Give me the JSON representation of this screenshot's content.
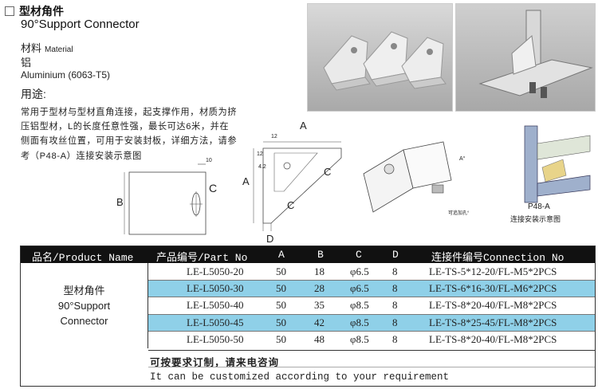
{
  "header": {
    "title": "型材角件",
    "subtitle": "90°Support Connector"
  },
  "material": {
    "label_cn": "材料",
    "label_en": "Material",
    "value_cn": "铝",
    "value_en": "Aluminium (6063-T5)"
  },
  "usage": {
    "label": "用途:",
    "description": "常用于型材与型材直角连接，起支撑作用，材质为挤压铝型材，L的长度任意性强，最长可达6米，并在侧面有攻丝位置，可用于安装封板，详细方法，请参考（P48-A）连接安装示意图"
  },
  "drawings": {
    "side_labels": {
      "b": "B",
      "c": "C"
    },
    "side_dim": "10",
    "front_labels": {
      "a": "A",
      "c": "C",
      "d": "D",
      "top_c": "C"
    },
    "front_dims": [
      "12",
      "12",
      "4.2"
    ],
    "iso_labels": {
      "angle": "A°",
      "note": "可追加孔°"
    },
    "p48_label": "P48-A",
    "p48_caption": "连接安装示意图"
  },
  "table": {
    "headers": {
      "name": "品名/Product Name",
      "part": "产品编号/Part No",
      "a": "A",
      "b": "B",
      "c": "C",
      "d": "D",
      "conn": "连接件编号Connection No"
    },
    "product_name_cn": "型材角件",
    "product_name_en1": "90°Support",
    "product_name_en2": "Connector",
    "rows": [
      {
        "part": "LE-L5050-20",
        "a": "50",
        "b": "18",
        "c": "φ6.5",
        "d": "8",
        "conn": "LE-TS-5*12-20/FL-M5*2PCS"
      },
      {
        "part": "LE-L5050-30",
        "a": "50",
        "b": "28",
        "c": "φ6.5",
        "d": "8",
        "conn": "LE-TS-6*16-30/FL-M6*2PCS"
      },
      {
        "part": "LE-L5050-40",
        "a": "50",
        "b": "35",
        "c": "φ8.5",
        "d": "8",
        "conn": "LE-TS-8*20-40/FL-M8*2PCS"
      },
      {
        "part": "LE-L5050-45",
        "a": "50",
        "b": "42",
        "c": "φ8.5",
        "d": "8",
        "conn": "LE-TS-8*25-45/FL-M8*2PCS"
      },
      {
        "part": "LE-L5050-50",
        "a": "50",
        "b": "48",
        "c": "φ8.5",
        "d": "8",
        "conn": "LE-TS-8*20-40/FL-M8*2PCS"
      }
    ],
    "note_cn": "可按要求订制，请来电咨询",
    "note_en": "It can be customized according to your requirement"
  },
  "colors": {
    "header_bg": "#111111",
    "row_highlight": "#8fd0e8"
  }
}
